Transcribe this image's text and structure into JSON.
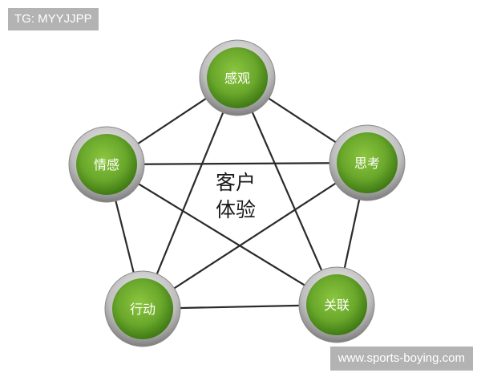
{
  "tag": {
    "text": "TG: MYYJJPP"
  },
  "watermark": {
    "text": "www.sports-boying.com"
  },
  "diagram": {
    "center": {
      "line1": "客户",
      "line2": "体验"
    },
    "nodes": [
      {
        "id": "perception",
        "label": "感观"
      },
      {
        "id": "thinking",
        "label": "思考"
      },
      {
        "id": "association",
        "label": "关联"
      },
      {
        "id": "action",
        "label": "行动"
      },
      {
        "id": "emotion",
        "label": "情感"
      }
    ]
  },
  "colors": {
    "node_fill": "#5a9621",
    "node_fill_light": "#8cc63f",
    "node_ring": "#9e9e9e",
    "line": "#2a2a2a"
  }
}
